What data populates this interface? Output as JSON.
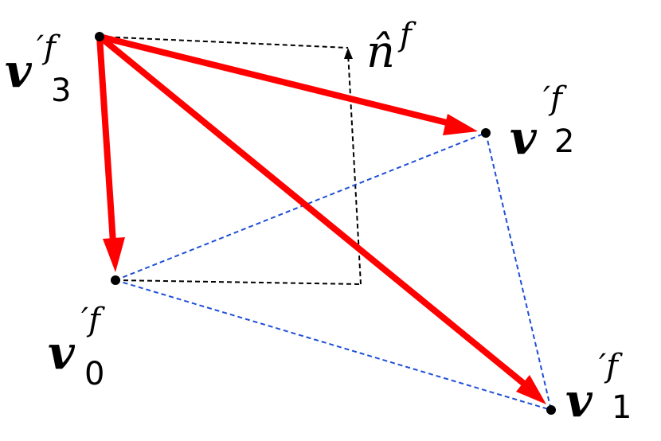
{
  "colors": {
    "arrow": "#ff0000",
    "blue_dashed": "#1f4fd8",
    "black_dashed": "#000000",
    "point": "#000000"
  },
  "labels": {
    "v3": {
      "base": "v",
      "sup": "′f",
      "sub": "3"
    },
    "v2": {
      "base": "v",
      "sup": "′f",
      "sub": "2"
    },
    "v1": {
      "base": "v",
      "sup": "′f",
      "sub": "1"
    },
    "v0": {
      "base": "v",
      "sup": "′f",
      "sub": "0"
    },
    "normal": {
      "base": "n̂",
      "sup": "f"
    }
  }
}
